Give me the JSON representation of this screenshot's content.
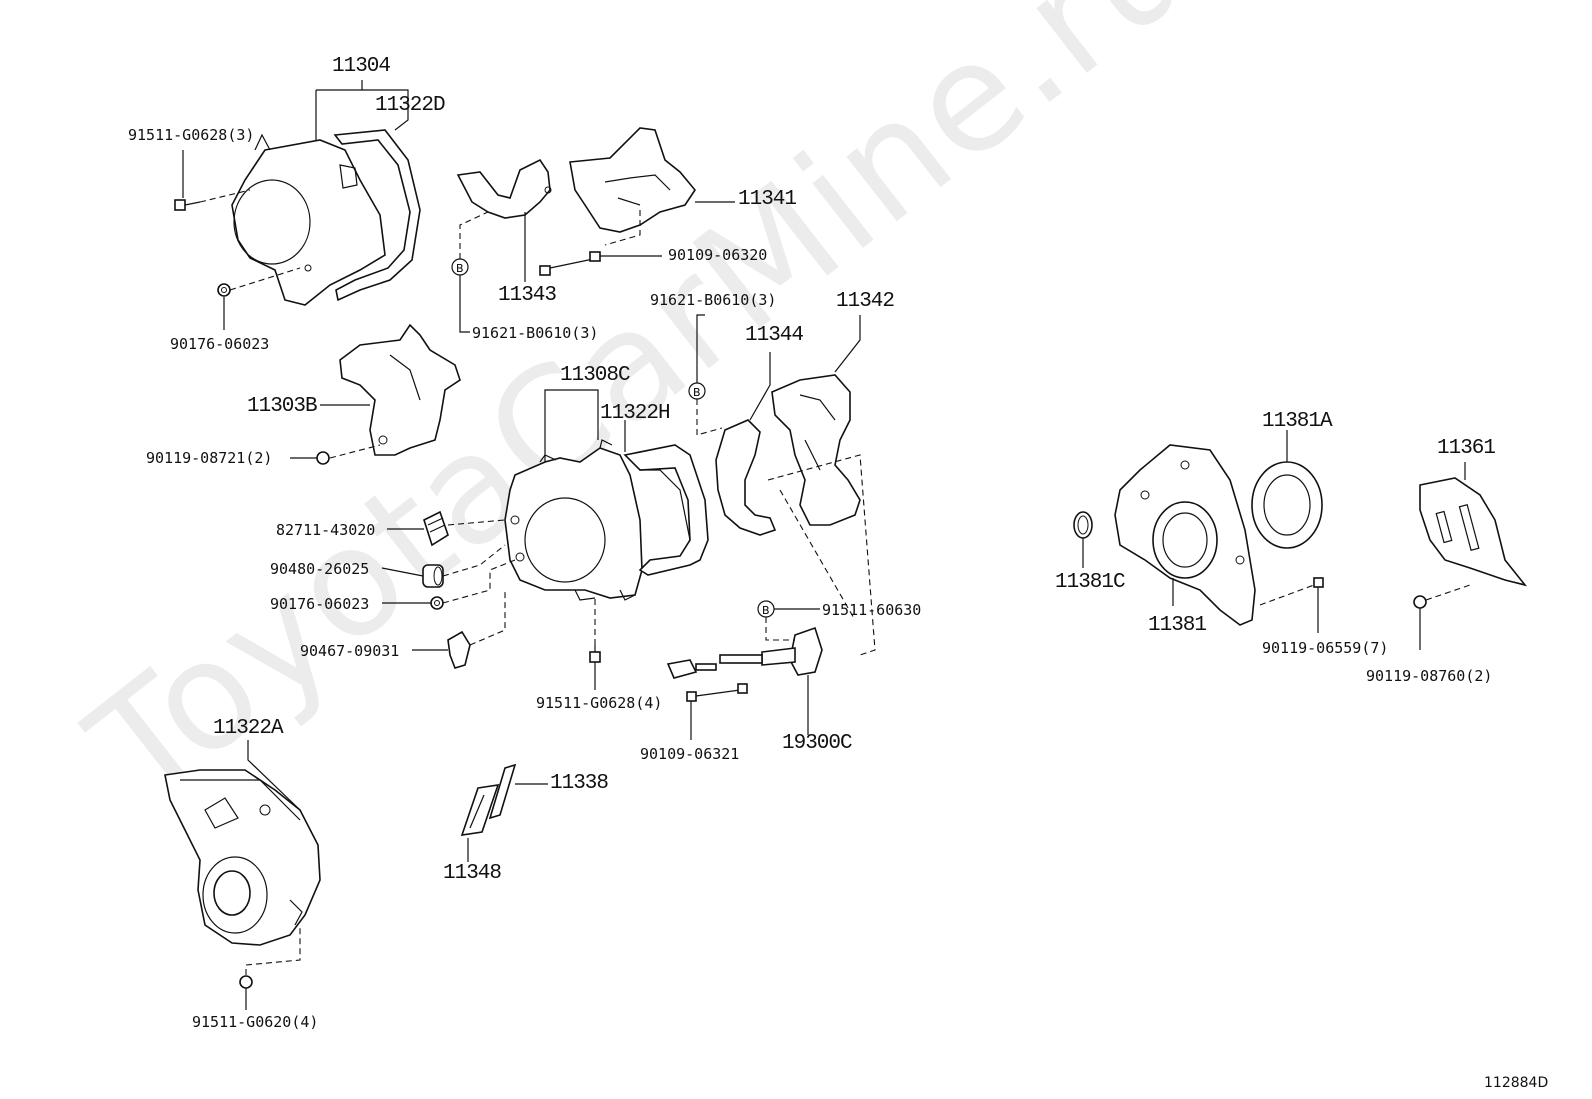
{
  "watermark": "ToyotaCarMine.ru",
  "figure_code": "112884D",
  "labels": {
    "p11304": "11304",
    "p11322D": "11322D",
    "p91511_G0628_3": "91511-G0628(3)",
    "p90176_06023_a": "90176-06023",
    "p11343": "11343",
    "p11341": "11341",
    "p90109_06320": "90109-06320",
    "p91621_B0610_3_a": "91621-B0610(3)",
    "p91621_B0610_3_b": "91621-B0610(3)",
    "p11342": "11342",
    "p11344": "11344",
    "p11303B": "11303B",
    "p90119_08721_2": "90119-08721(2)",
    "p11308C": "11308C",
    "p11322H": "11322H",
    "p82711_43020": "82711-43020",
    "p90480_26025": "90480-26025",
    "p90176_06023_b": "90176-06023",
    "p90467_09031": "90467-09031",
    "p91511_60630": "91511-60630",
    "p91511_G0628_4": "91511-G0628(4)",
    "p90109_06321": "90109-06321",
    "p19300C": "19300C",
    "p11322A": "11322A",
    "p11338": "11338",
    "p11348": "11348",
    "p91511_G0620_4": "91511-G0620(4)",
    "p11381A": "11381A",
    "p11361": "11361",
    "p11381C": "11381C",
    "p11381": "11381",
    "p90119_06559_7": "90119-06559(7)",
    "p90119_08760_2": "90119-08760(2)",
    "ref_b": "B"
  }
}
